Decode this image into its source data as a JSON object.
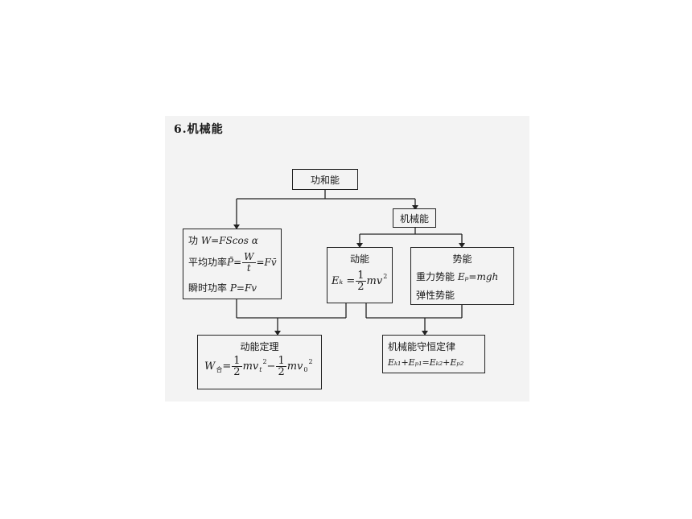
{
  "section_title": "6.机械能",
  "root": {
    "label": "功和能"
  },
  "mechanical": {
    "label": "机械能"
  },
  "work": {
    "work_label": "功",
    "work_formula": "W=FScos α",
    "avg_power_label": "平均功率",
    "inst_power_label": "瞬时功率",
    "inst_power_formula": "P=Fv"
  },
  "kinetic": {
    "label": "动能",
    "formula_lhs": "Eₖ =",
    "num": "1",
    "den": "2",
    "tail": "mv",
    "exp": "2"
  },
  "potential": {
    "label": "势能",
    "gravity_label": "重力势能",
    "gravity_formula": "Eₚ=mgh",
    "elastic_label": "弹性势能"
  },
  "theorem": {
    "label": "动能定理",
    "lhs": "W",
    "lhs_sub": "合"
  },
  "conservation": {
    "label": "机械能守恒定律",
    "formula": "Eₖ₁+Eₚ₁=Eₖ₂+Eₚ₂"
  }
}
